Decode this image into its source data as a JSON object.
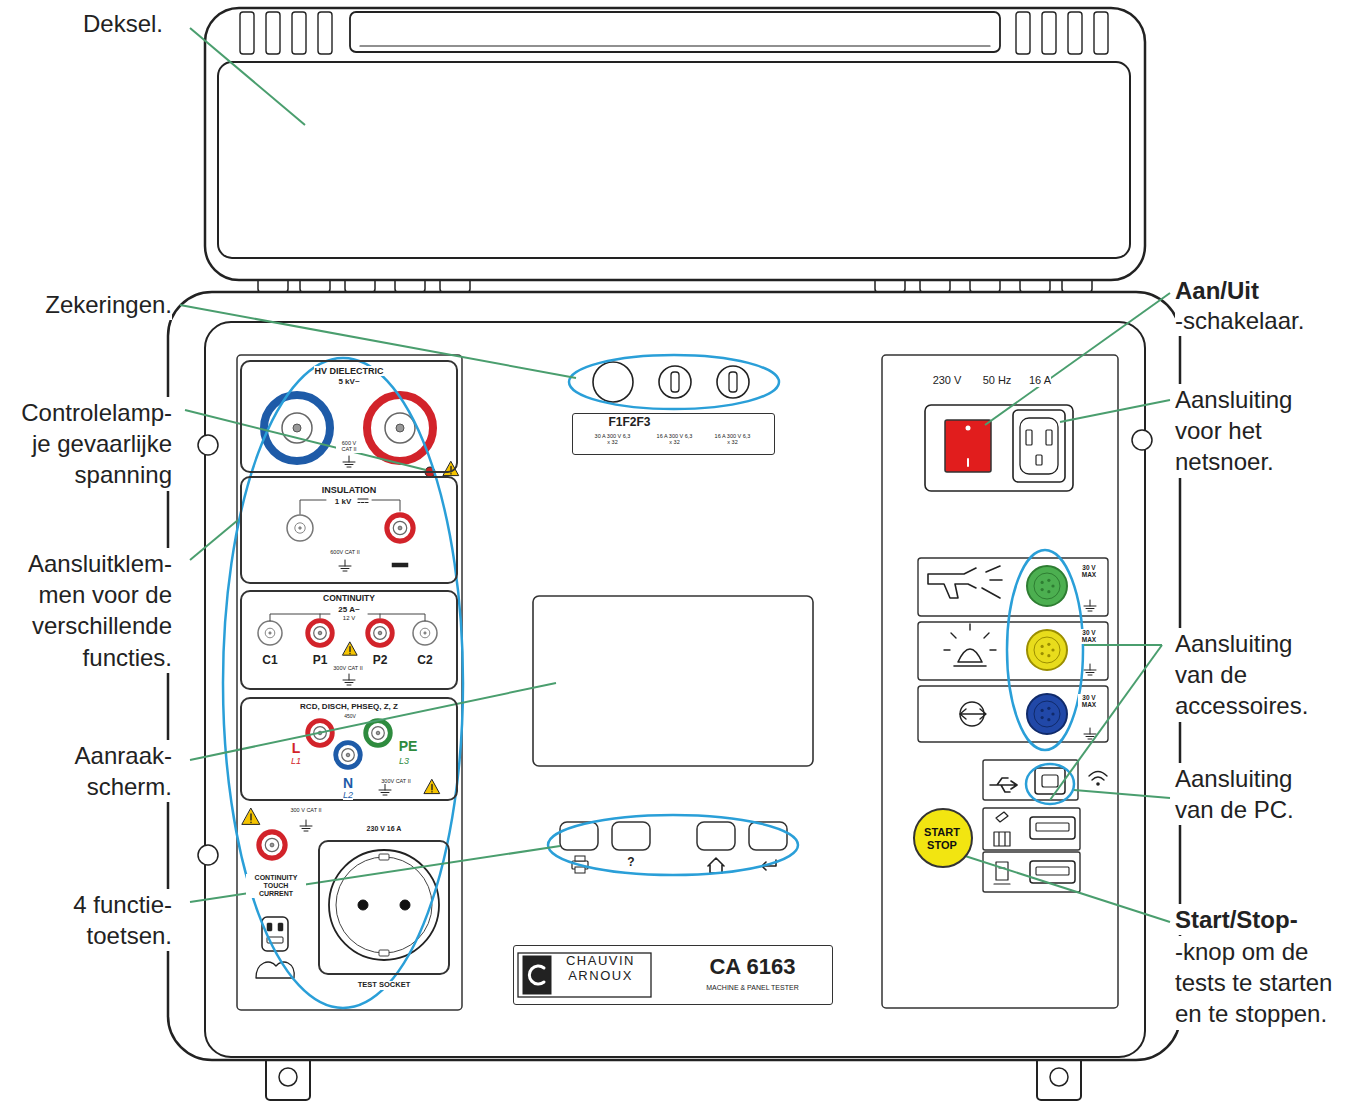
{
  "diagram": {
    "nodes": [
      {
        "text": [
          "HV DIELECTRIC",
          "5 kV~",
          "600 V CAT II"
        ]
      },
      {
        "text": [
          "INSULATION",
          "1 kV",
          "600V CAT II"
        ]
      },
      {
        "text": [
          "CONTINUITY",
          "25 A~",
          "12 V",
          "C1",
          "P1",
          "P2",
          "C2",
          "300V CAT II"
        ]
      },
      {
        "text": [
          "RCD, DISCH, PHSEQ, Z, Z",
          "450V",
          "L",
          "L1",
          "N",
          "L2",
          "PE",
          "L3",
          "300V CAT II"
        ]
      },
      {
        "text": [
          "230 V 16 A",
          "TEST SOCKET"
        ]
      },
      {
        "text": [
          "F1F2F3",
          "30 A 300 V 6,3 x 32",
          "16 A 300 V 6,3 x 32",
          "16 A 300 V 6,3 x 32"
        ]
      },
      {
        "text": [
          "CHAUVIN ARNOUX",
          "CA 6163",
          "MACHINE & PANEL TESTER"
        ]
      },
      {
        "text": [
          "START STOP"
        ]
      }
    ],
    "labels": [
      "Deksel.",
      "Zekeringen.",
      "Controlelamp- je gevaarlijke spanning",
      "Aansluitklem- men voor de verschillende functies.",
      "Aanraak- scherm.",
      "4 functie- toetsen.",
      "Aan/Uit",
      "-schakelaar.",
      "Aansluiting voor het netsnoer.",
      "Aansluiting van de accessoires.",
      "Aansluiting van de PC.",
      "Start/Stop-",
      "-knop om de tests te starten en te stoppen.",
      "CONTINUITY TOUCH CURRENT",
      "300 V CAT II",
      "230 V",
      "50 Hz",
      "16 A",
      "30 V MAX",
      "30 V MAX",
      "30 V MAX",
      "?"
    ]
  }
}
